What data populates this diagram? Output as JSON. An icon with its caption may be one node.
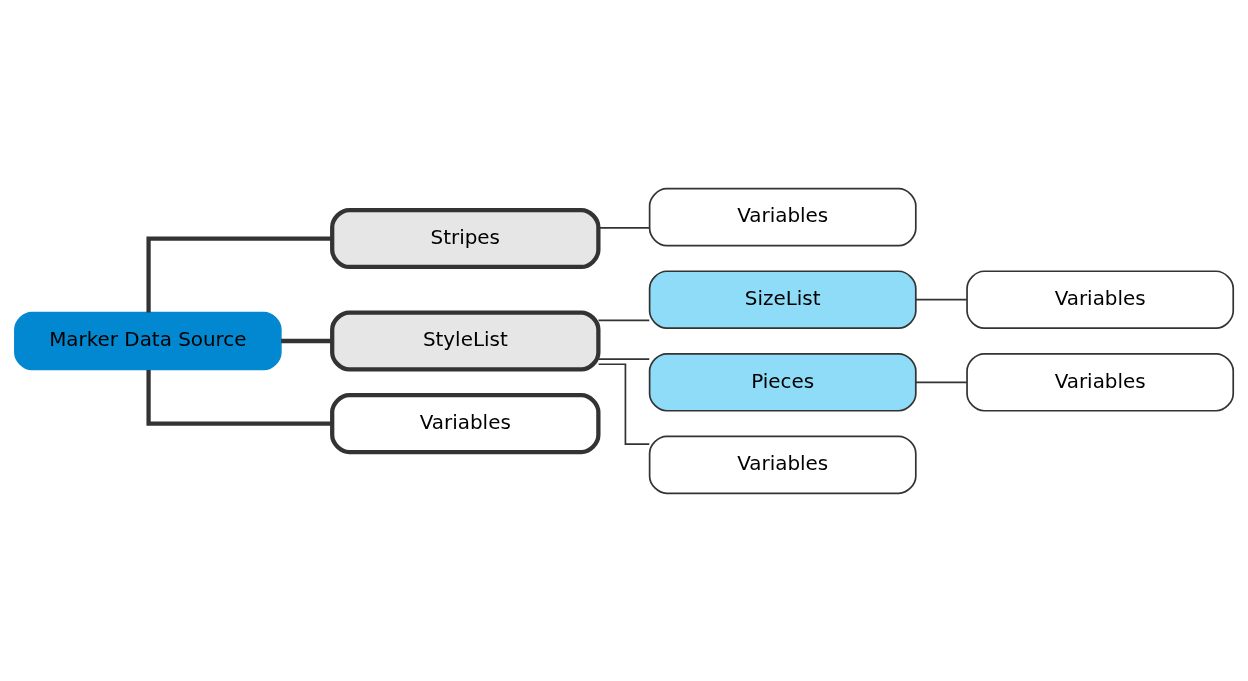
{
  "diagram": {
    "nodes": [
      {
        "text": [
          "Marker Data Source"
        ]
      },
      {
        "text": [
          "Stripes"
        ]
      },
      {
        "text": [
          "Variables"
        ]
      },
      {
        "text": [
          "StyleList"
        ]
      },
      {
        "text": [
          "SizeList"
        ]
      },
      {
        "text": [
          "Variables"
        ]
      },
      {
        "text": [
          "Pieces"
        ]
      },
      {
        "text": [
          "Variables"
        ]
      },
      {
        "text": [
          "Variables"
        ]
      },
      {
        "text": [
          "Variables"
        ]
      }
    ],
    "edges": [
      {
        "from": 0,
        "to": 1,
        "arrow": "none",
        "style": "thick"
      },
      {
        "from": 0,
        "to": 3,
        "arrow": "none",
        "style": "thick"
      },
      {
        "from": 0,
        "to": 9,
        "arrow": "none",
        "style": "thick"
      },
      {
        "from": 1,
        "to": 2,
        "arrow": "none"
      },
      {
        "from": 3,
        "to": 4,
        "arrow": "none"
      },
      {
        "from": 3,
        "to": 6,
        "arrow": "none"
      },
      {
        "from": 3,
        "to": 8,
        "arrow": "none"
      },
      {
        "from": 4,
        "to": 5,
        "arrow": "none"
      },
      {
        "from": 6,
        "to": 7,
        "arrow": "none"
      }
    ]
  }
}
